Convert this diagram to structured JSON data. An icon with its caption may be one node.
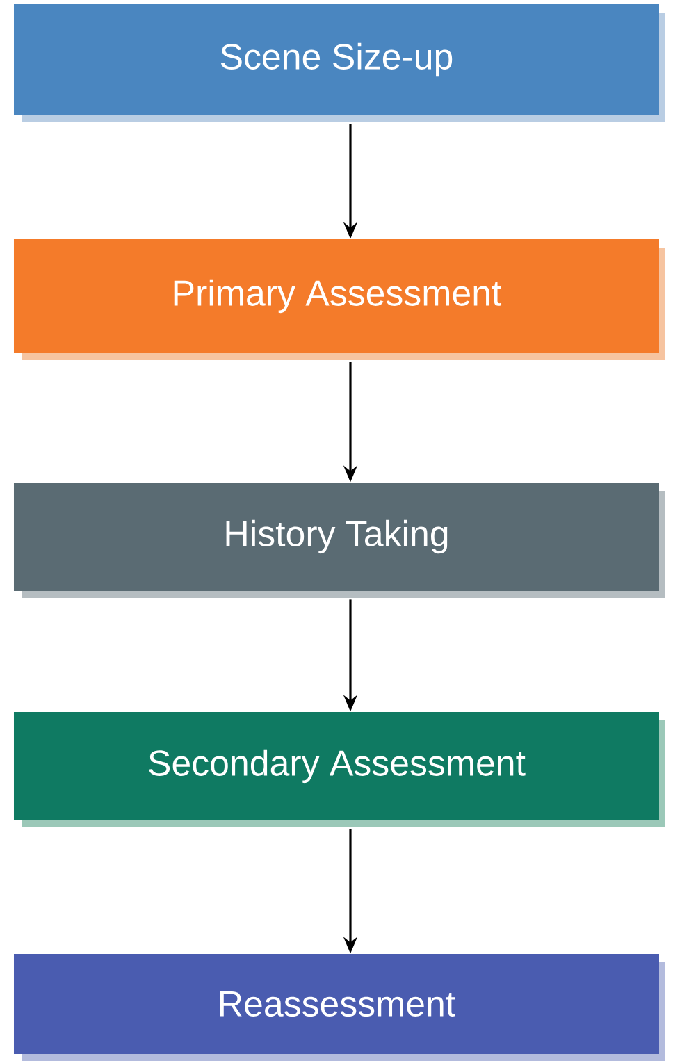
{
  "diagram": {
    "nodes": [
      {
        "text": [
          "Scene Size-up"
        ]
      },
      {
        "text": [
          "Primary Assessment"
        ]
      },
      {
        "text": [
          "History Taking"
        ]
      },
      {
        "text": [
          "Secondary Assessment"
        ]
      },
      {
        "text": [
          "Reassessment"
        ]
      }
    ],
    "edges": [
      {
        "from": 0,
        "to": 1,
        "arrow": "to"
      },
      {
        "from": 1,
        "to": 2,
        "arrow": "to"
      },
      {
        "from": 2,
        "to": 3,
        "arrow": "to"
      },
      {
        "from": 3,
        "to": 4,
        "arrow": "to"
      }
    ]
  }
}
